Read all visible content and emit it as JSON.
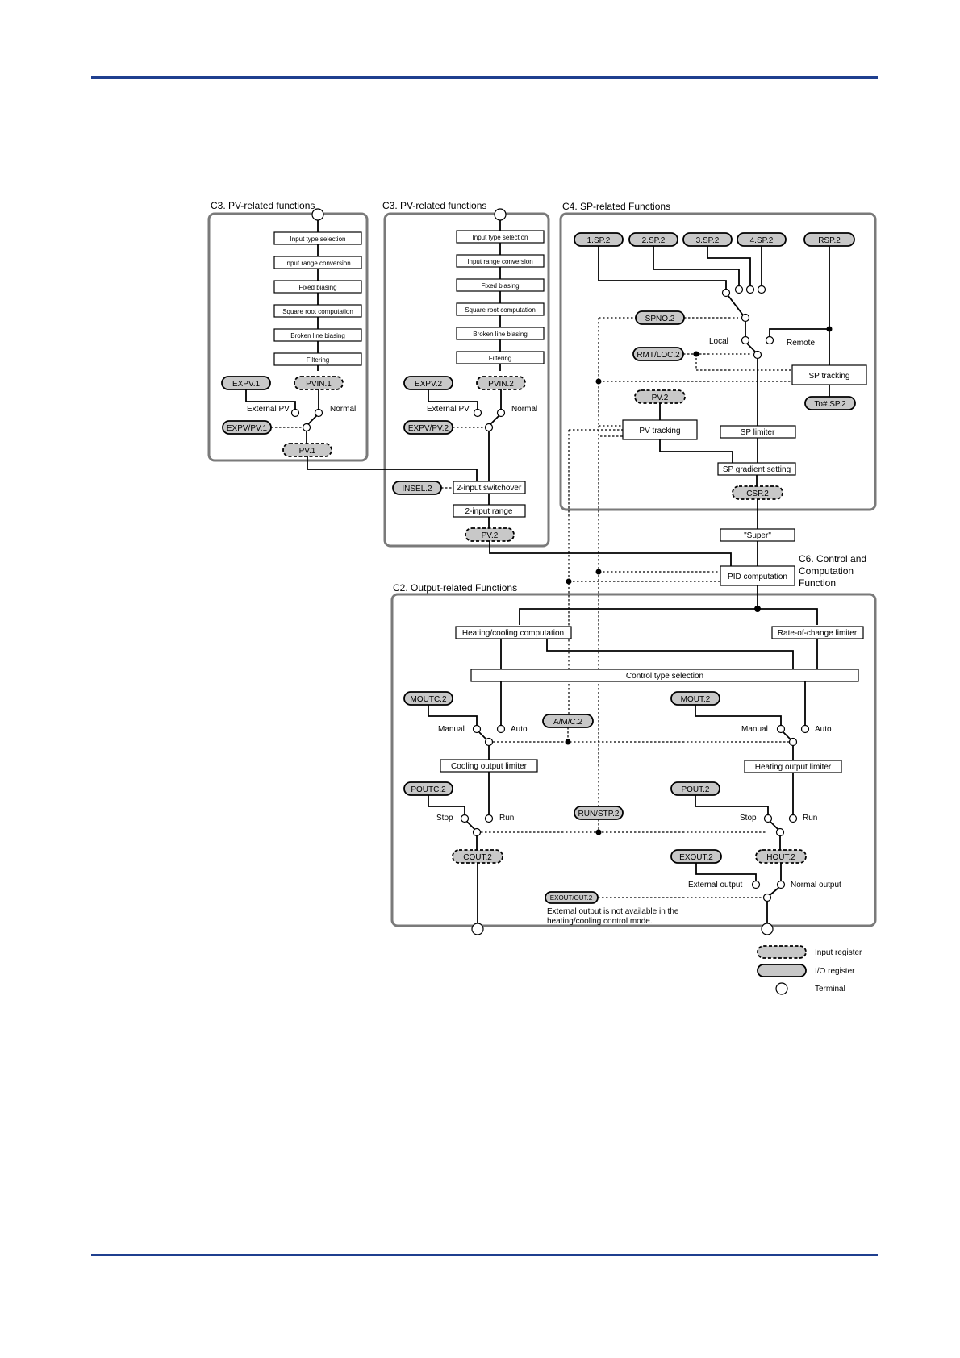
{
  "sections": {
    "pv1": "C3. PV-related functions",
    "pv2": "C3. PV-related functions",
    "sp": "C4. SP-related Functions",
    "output": "C2. Output-related Functions",
    "control": [
      "C6. Control and",
      "Computation",
      "Function"
    ]
  },
  "pv_chain": [
    "Input type selection",
    "Input range conversion",
    "Fixed biasing",
    "Square root computation",
    "Broken line biasing",
    "Filtering"
  ],
  "registers": {
    "expv1": "EXPV.1",
    "pvin1": "PVIN.1",
    "expvpv1": "EXPV/PV.1",
    "pv1": "PV.1",
    "expv2": "EXPV.2",
    "pvin2": "PVIN.2",
    "expvpv2": "EXPV/PV.2",
    "insel2": "INSEL.2",
    "pv2": "PV.2",
    "sp1": "1.SP.2",
    "sp2": "2.SP.2",
    "sp3": "3.SP.2",
    "sp4": "4.SP.2",
    "rsp": "RSP.2",
    "spno": "SPNO.2",
    "rmtloc": "RMT/LOC.2",
    "pvsp": "PV.2",
    "tosp": "To#.SP.2",
    "csp": "CSP.2",
    "moutc": "MOUTC.2",
    "mout": "MOUT.2",
    "amc": "A/M/C.2",
    "poutc": "POUTC.2",
    "pout": "POUT.2",
    "runstp": "RUN/STP.2",
    "cout": "COUT.2",
    "exout": "EXOUT.2",
    "hout": "HOUT.2",
    "exoutout": "EXOUT/OUT.2"
  },
  "boxes": {
    "switchover": "2-input switchover",
    "range": "2-input range",
    "sptracking": "SP tracking",
    "pvtracking": "PV tracking",
    "splimiter": "SP limiter",
    "gradient": "SP gradient setting",
    "super": "\"Super\"",
    "pid": "PID computation",
    "heatcool": "Heating/cooling computation",
    "rate": "Rate-of-change limiter",
    "ctype": "Control type selection",
    "coolinglim": "Cooling output limiter",
    "heatinglim": "Heating output limiter"
  },
  "labels": {
    "external_pv": "External PV",
    "normal": "Normal",
    "local": "Local",
    "remote": "Remote",
    "manual": "Manual",
    "auto": "Auto",
    "stop": "Stop",
    "run": "Run",
    "external_output": "External output",
    "normal_output": "Normal output",
    "note": [
      "External output is not available in the",
      "heating/cooling control mode."
    ]
  },
  "legend": {
    "input_register": "Input register",
    "io_register": "I/O register",
    "terminal": "Terminal"
  }
}
